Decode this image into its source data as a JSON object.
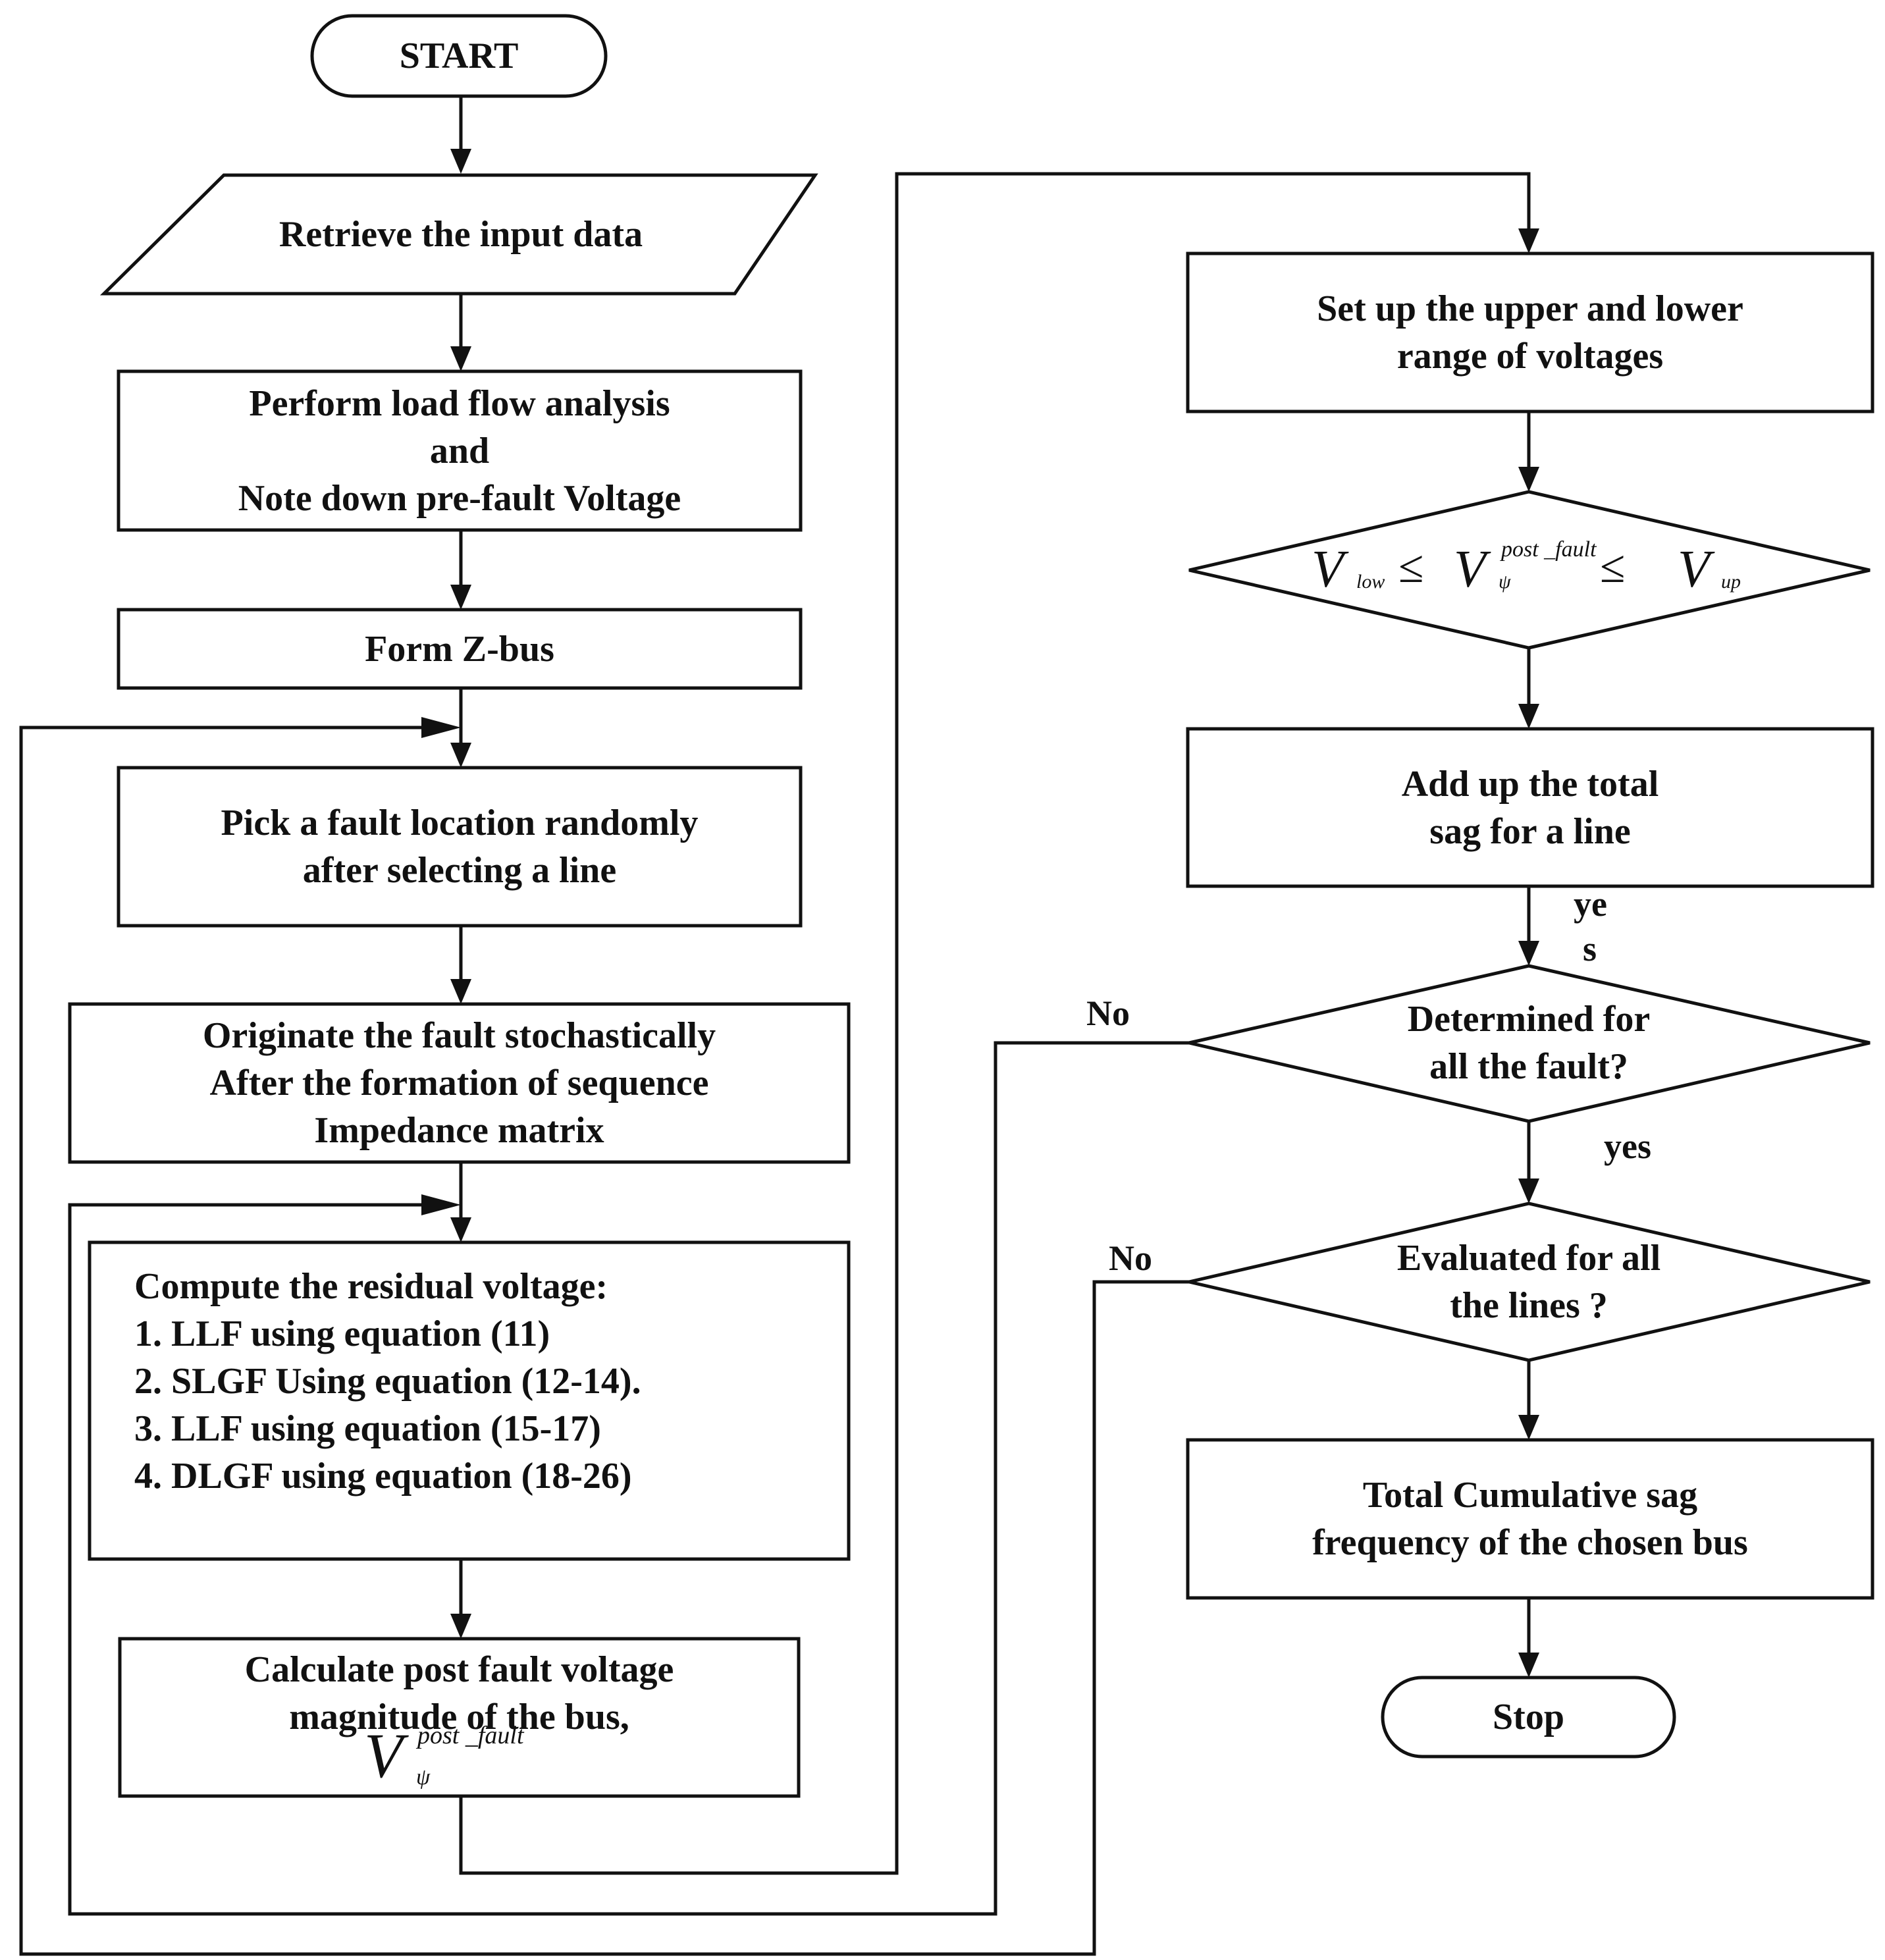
{
  "start": "START",
  "input": "Retrieve the input data",
  "loadflow": [
    "Perform load flow analysis",
    "and",
    "Note down pre-fault Voltage"
  ],
  "zbus": "Form Z-bus",
  "pick": [
    "Pick a fault location randomly",
    "after selecting a line"
  ],
  "originate": [
    "Originate the fault stochastically",
    "After the formation of sequence",
    "Impedance matrix"
  ],
  "compute": [
    "Compute the residual voltage:",
    "1. LLF using equation (11)",
    "2. SLGF Using equation (12-14).",
    "3. LLF using equation (15-17)",
    "4. DLGF using equation (18-26)"
  ],
  "calculate": [
    "Calculate post fault voltage",
    "magnitude of the bus,"
  ],
  "setup": [
    "Set up the upper and lower",
    "range of voltages"
  ],
  "condition": {
    "v": "V",
    "low": "low",
    "le": "≤",
    "psi": "ψ",
    "post_fault": "post _fault",
    "up": "up"
  },
  "addup": [
    "Add up the total",
    "sag for a line"
  ],
  "determined": [
    "Determined for",
    "all the fault?"
  ],
  "evaluated": [
    "Evaluated for all",
    "the lines ?"
  ],
  "total": [
    "Total Cumulative sag",
    "frequency of the chosen bus"
  ],
  "stop": "Stop",
  "labels": {
    "yes1a": "ye",
    "yes1b": "s",
    "yes2": "yes",
    "no1": "No",
    "no2": "No"
  }
}
